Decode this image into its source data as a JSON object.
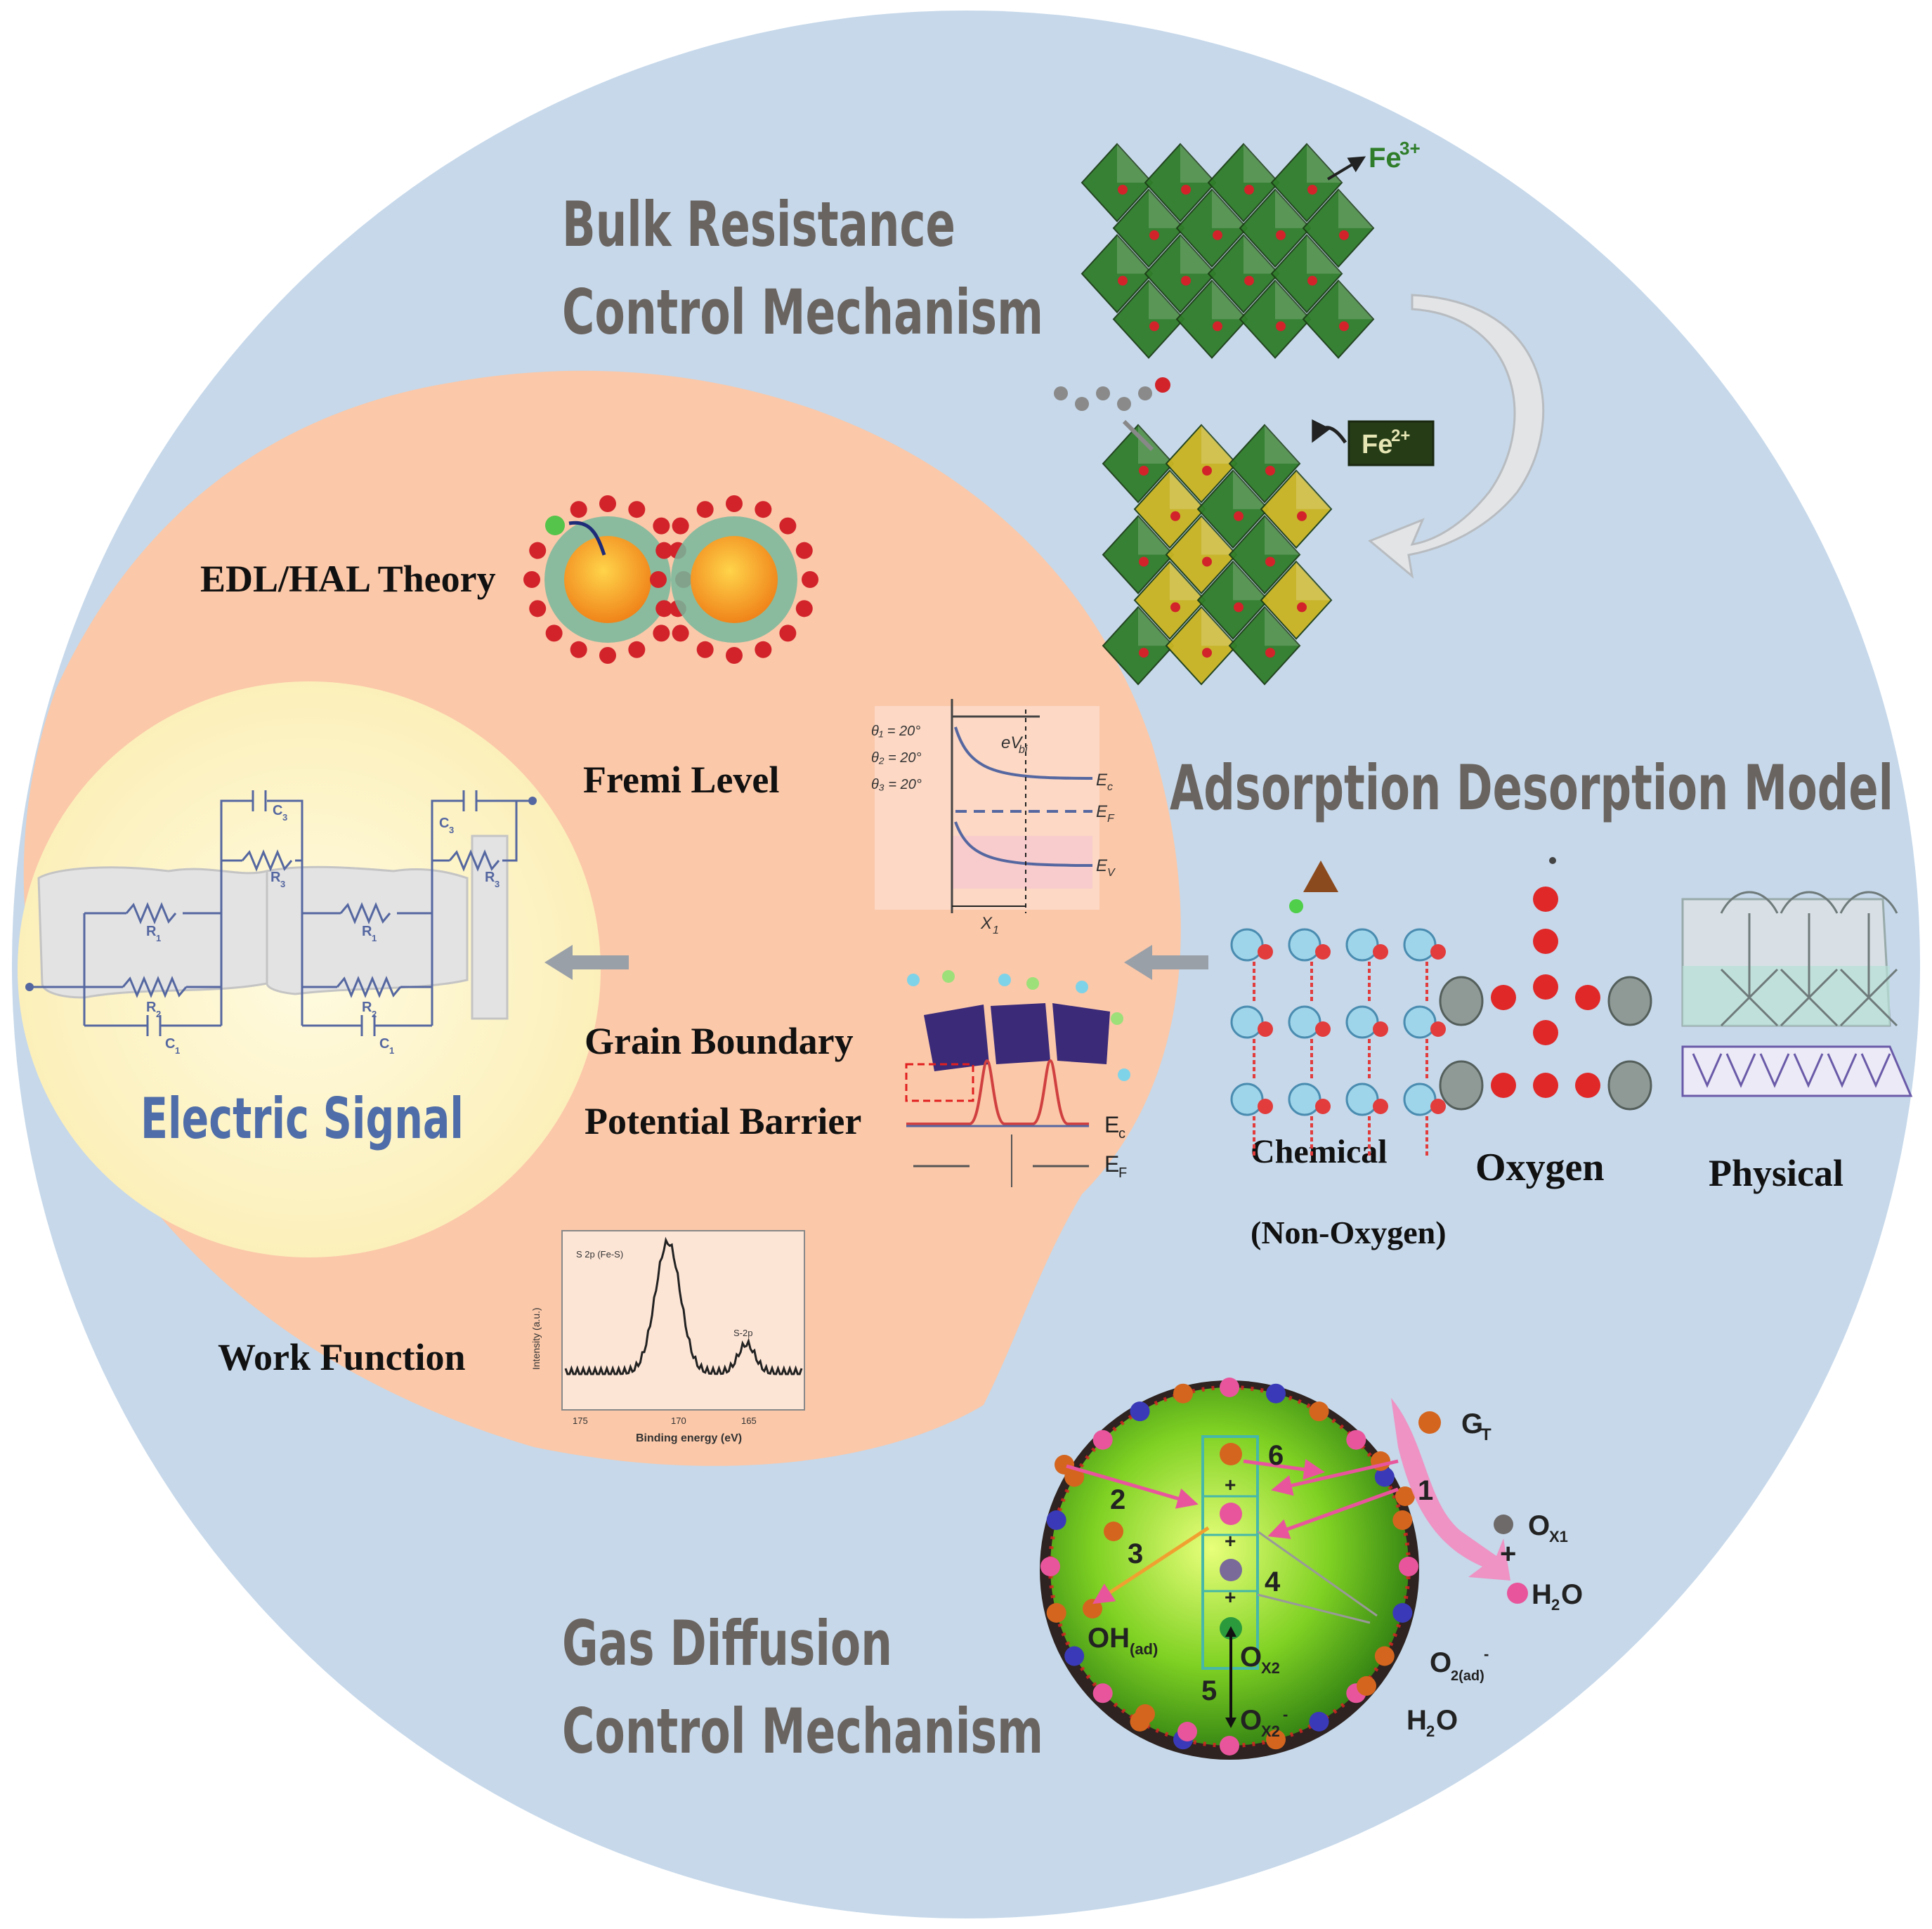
{
  "sections": {
    "bulk": {
      "line1": "Bulk Resistance",
      "line2": "Control Mechanism",
      "fe_top": "Fe",
      "fe_top_sup": "3+",
      "fe_box": "Fe",
      "fe_box_sup": "2+"
    },
    "adsorption": {
      "title": "Adsorption Desorption Model",
      "chemical": "Chemical",
      "non_oxygen": "(Non-Oxygen)",
      "oxygen": "Oxygen",
      "physical": "Physical"
    },
    "gas": {
      "line1": "Gas Diffusion",
      "line2": "Control Mechanism"
    },
    "electric": {
      "title": "Electric Signal"
    }
  },
  "theories": {
    "edl": "EDL/HAL Theory",
    "fermi": "Fremi Level",
    "grain1": "Grain  Boundary",
    "grain2": "Potential Barrier",
    "work": "Work Function"
  },
  "gas_labels": {
    "g": "G",
    "g_sub": "T",
    "ox1": "O",
    "ox1_sub": "X1",
    "plus": "+",
    "h2o": "H",
    "h2o_sub": "2",
    "h2o_tail": "O",
    "oh": "OH",
    "oh_sub": "(ad)",
    "ox2": "O",
    "ox2_sub": "X2",
    "o2ad": "O",
    "o2ad_sub": "2(ad)",
    "o2ad_sup": "-",
    "ox2b": "O",
    "ox2b_sub": "X2",
    "ox2b_sup": "-",
    "h2o2": "H",
    "h2o2_sub": "2",
    "h2o2_tail": "O",
    "steps": [
      "1",
      "2",
      "3",
      "4",
      "5",
      "6"
    ]
  },
  "xps": {
    "xlabel": "Binding energy (eV)",
    "ylabel": "Intensity (a.u.)",
    "peak1": "S 2p (Fe-S)",
    "peak2": "S-2p",
    "ticks": [
      "175",
      "170",
      "165"
    ]
  },
  "band": {
    "t1": "θ₁ = 20°",
    "t2": "θ₂ = 20°",
    "t3": "θ₃ = 20°",
    "qvs": "eV",
    "qvs_sub": "bi",
    "ec": "E",
    "ec_sub": "c",
    "ef": "E",
    "ef_sub": "F",
    "ev": "E",
    "ev_sub": "V",
    "x": "X",
    "x_sub": "1"
  },
  "grain": {
    "ec": "E",
    "ec_sub": "c",
    "ef": "E",
    "ef_sub": "F"
  },
  "circuit": {
    "c1": "C",
    "c1_sub": "1",
    "c3": "C",
    "c3_sub": "3",
    "r1": "R",
    "r1_sub": "1",
    "r2": "R",
    "r2_sub": "2",
    "r3": "R",
    "r3_sub": "3"
  },
  "colors": {
    "outer": "#c6d8ea",
    "inner": "#fbc8a9",
    "core": "#fdf4c6",
    "header_text": "#6a6460",
    "electric_text": "#4f6da8",
    "label_text": "#111111",
    "arrow": "#9aa0a8",
    "green_oct": "#2f7d2a",
    "yellow_oct": "#c9b422",
    "red": "#d2232a",
    "pink": "#e8559c"
  }
}
